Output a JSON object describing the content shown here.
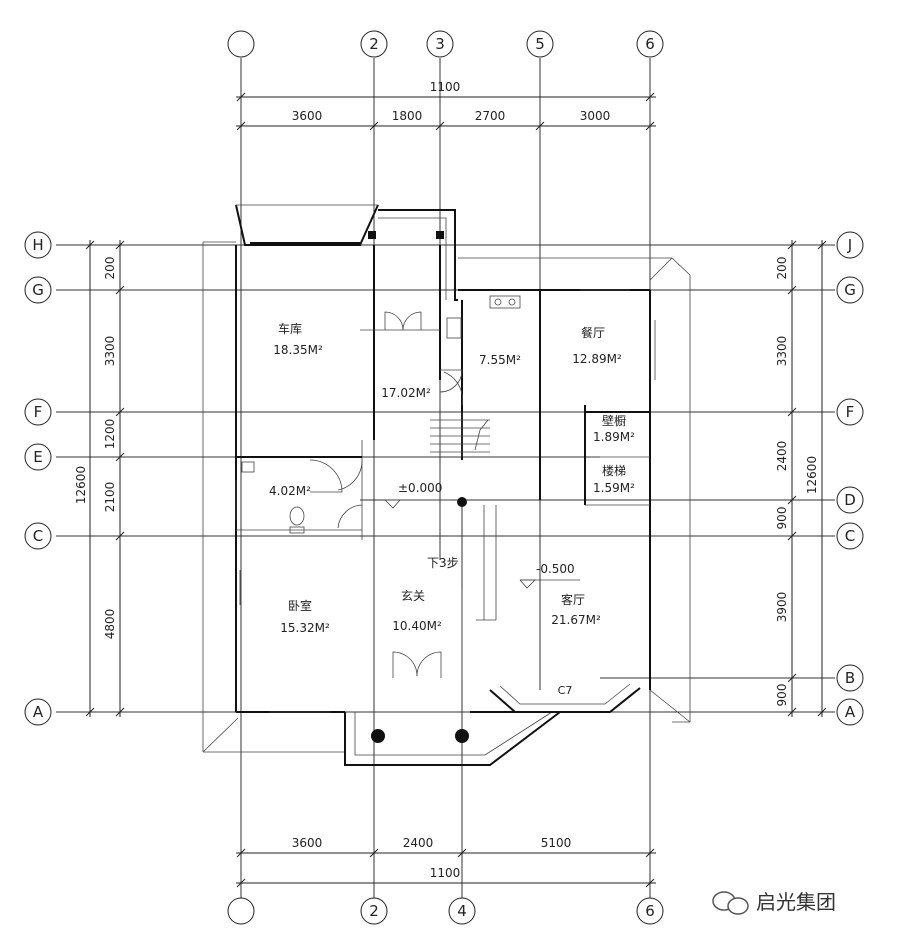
{
  "grid_top": [
    "",
    "2",
    "3",
    "5",
    "6"
  ],
  "grid_bottom": [
    "",
    "2",
    "4",
    "6"
  ],
  "grid_left": [
    "H",
    "G",
    "F",
    "E",
    "C",
    "A"
  ],
  "grid_right": [
    "J",
    "G",
    "F",
    "D",
    "C",
    "B",
    "A"
  ],
  "dims_top_total": "1100",
  "dims_top": [
    "3600",
    "1800",
    "2700",
    "3000"
  ],
  "dims_bottom": [
    "3600",
    "2400",
    "5100"
  ],
  "dims_bottom_total": "1100",
  "dims_left": [
    "200",
    "3300",
    "1200",
    "2100",
    "4800"
  ],
  "dims_left_total": "12600",
  "dims_right": [
    "200",
    "3300",
    "2400",
    "900",
    "3900",
    "900"
  ],
  "dims_right_total": "12600",
  "rooms": {
    "garage": {
      "name": "车库",
      "area": "18.35M²"
    },
    "kitchen": {
      "area": "7.55M²"
    },
    "dining": {
      "name": "餐厅",
      "area": "12.89M²"
    },
    "hall": {
      "area": "17.02M²"
    },
    "storage": {
      "name": "壁橱",
      "area": "1.89M²"
    },
    "stairs": {
      "name": "楼梯",
      "area": "1.59M²"
    },
    "bath": {
      "area": "4.02M²"
    },
    "bedroom": {
      "name": "卧室",
      "area": "15.32M²"
    },
    "foyer": {
      "name": "玄关",
      "area": "10.40M²"
    },
    "living": {
      "name": "客厅",
      "area": "21.67M²"
    }
  },
  "levels": {
    "upper": "±0.000",
    "lower": "-0.500",
    "step_down": "下3步"
  },
  "bay_label": "C7",
  "watermark": "启光集团"
}
